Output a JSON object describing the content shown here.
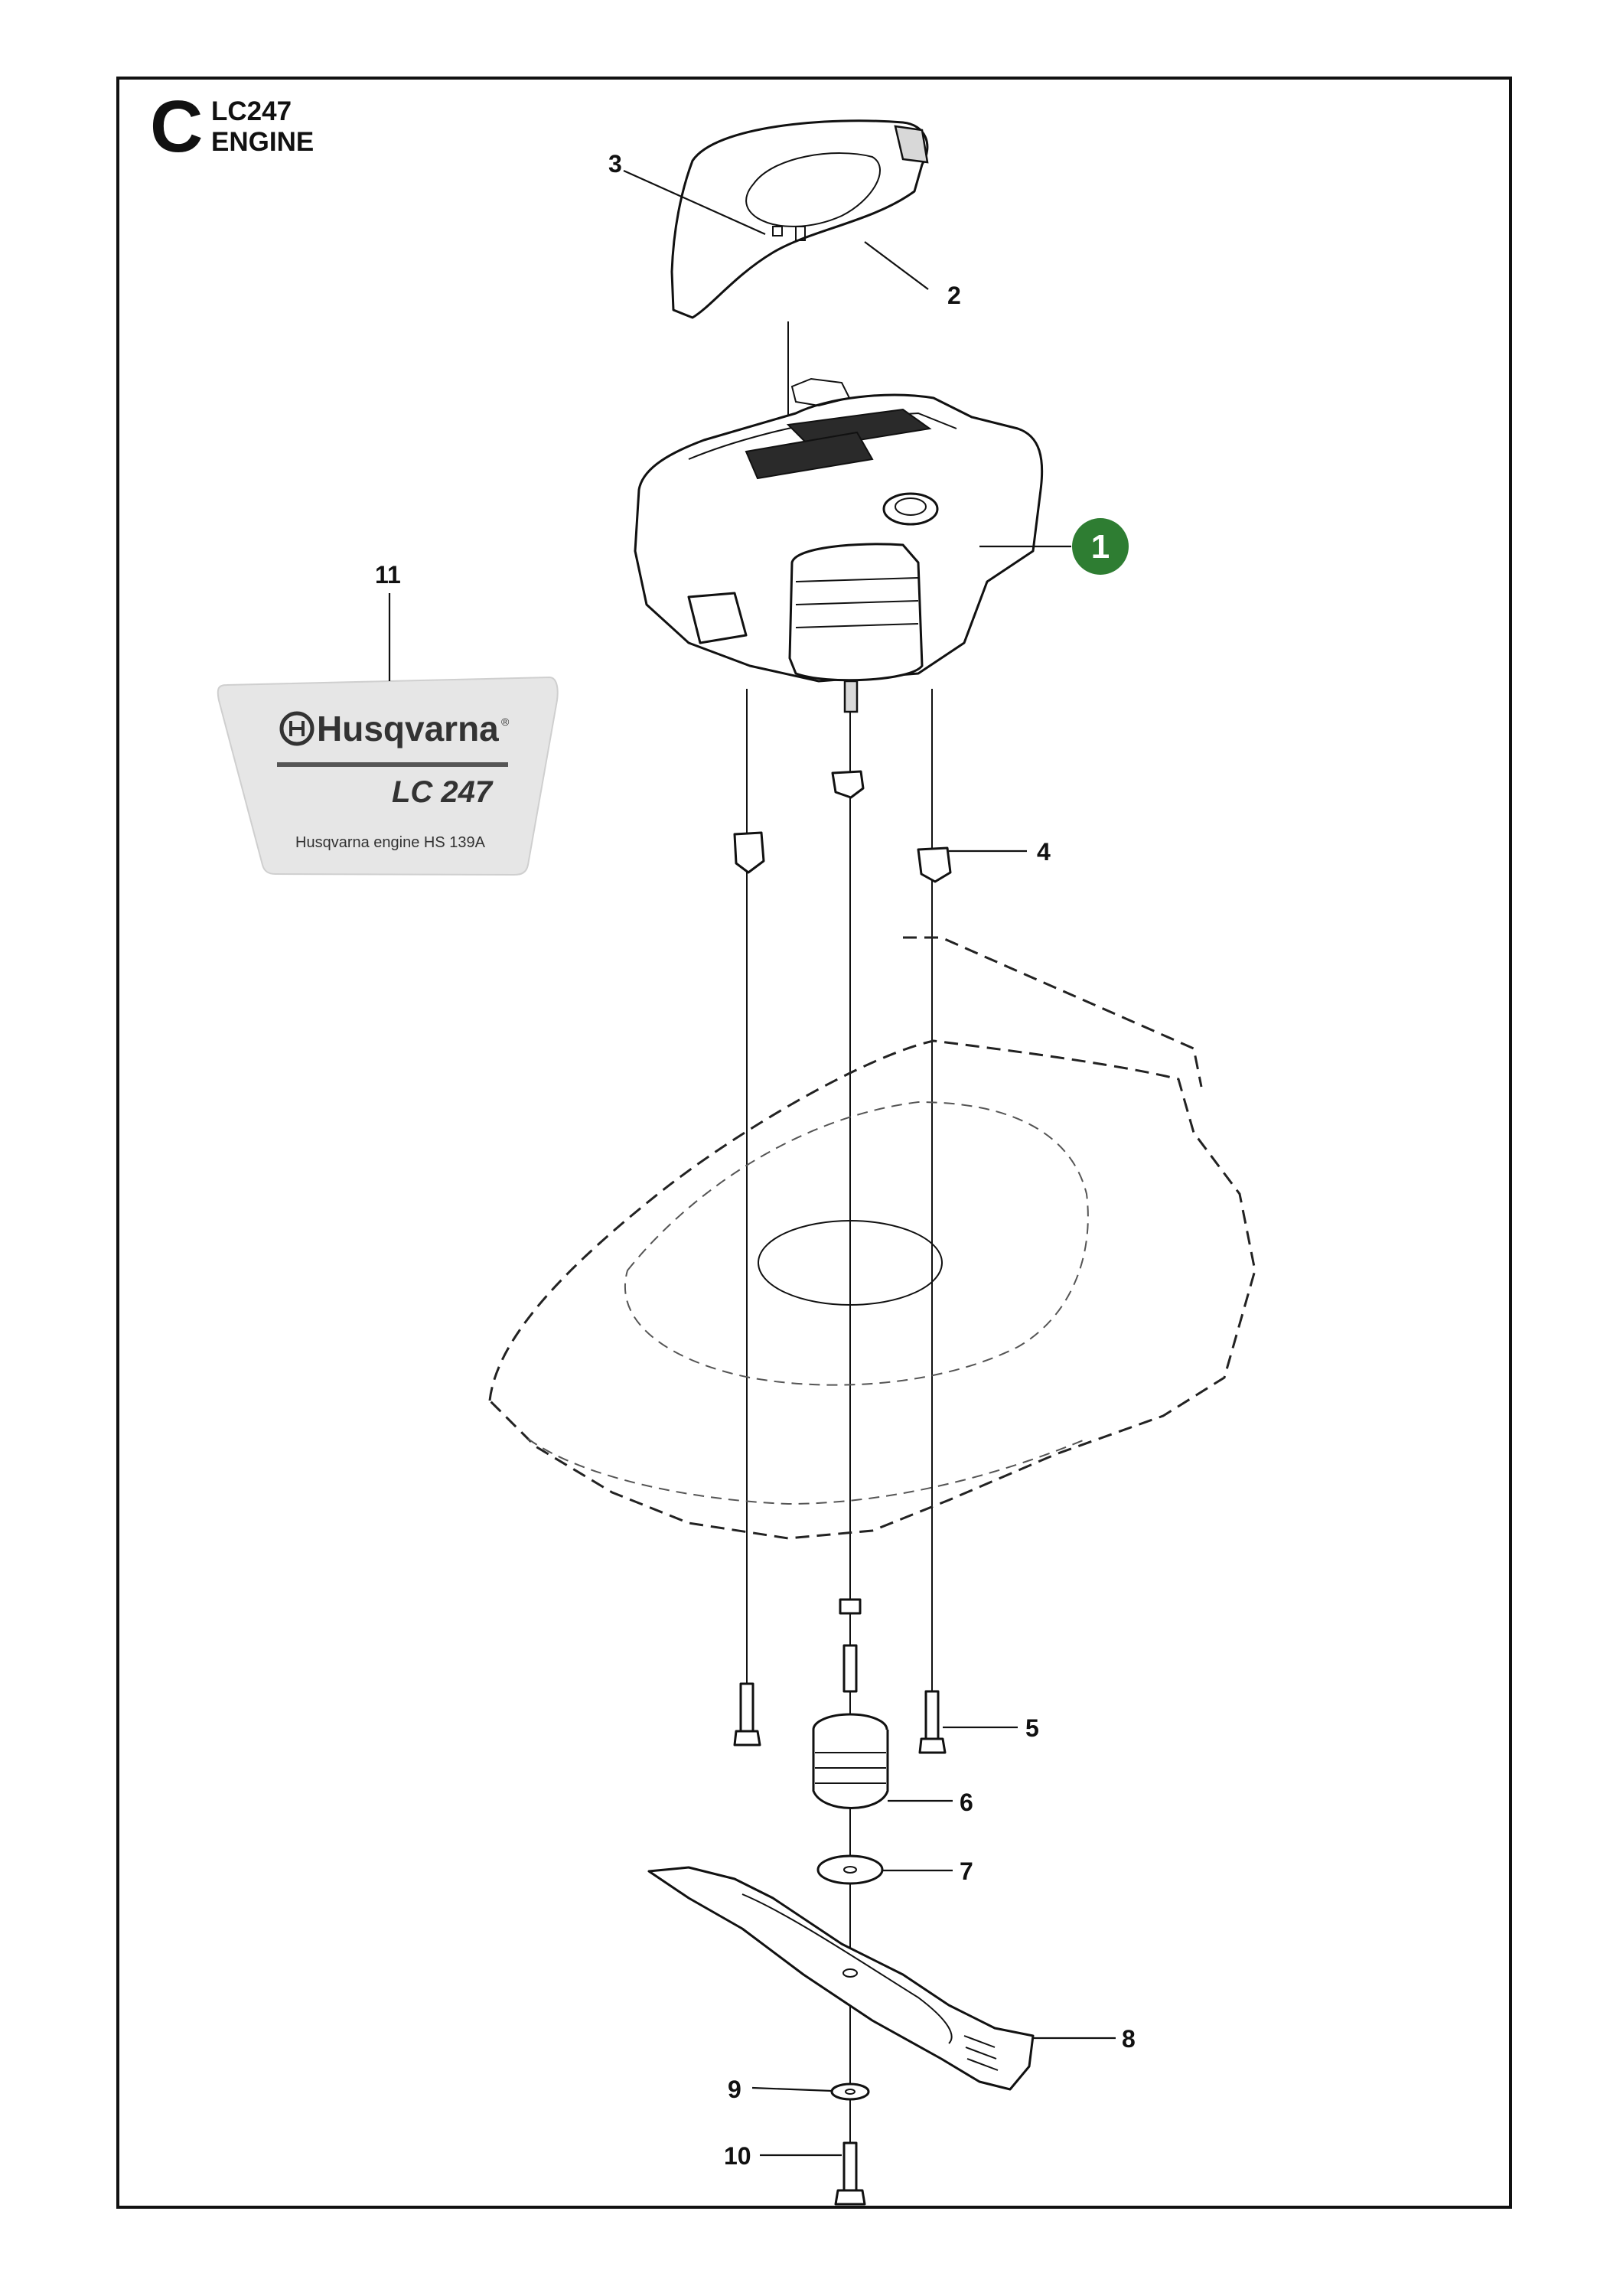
{
  "header": {
    "section_letter": "C",
    "model": "LC247",
    "title": "ENGINE"
  },
  "decal": {
    "brand": "Husqvarna",
    "brand_mark": "®",
    "model": "LC 247",
    "caption": "Husqvarna engine HS 139A"
  },
  "callouts": [
    {
      "id": "1",
      "label": "1"
    },
    {
      "id": "2",
      "label": "2"
    },
    {
      "id": "3",
      "label": "3"
    },
    {
      "id": "4",
      "label": "4"
    },
    {
      "id": "5",
      "label": "5"
    },
    {
      "id": "6",
      "label": "6"
    },
    {
      "id": "7",
      "label": "7"
    },
    {
      "id": "8",
      "label": "8"
    },
    {
      "id": "9",
      "label": "9"
    },
    {
      "id": "10",
      "label": "10"
    },
    {
      "id": "11",
      "label": "11"
    }
  ],
  "colors": {
    "highlight_badge": "#2e7d32",
    "decal_background": "#e6e6e6",
    "decal_text": "#333333"
  }
}
